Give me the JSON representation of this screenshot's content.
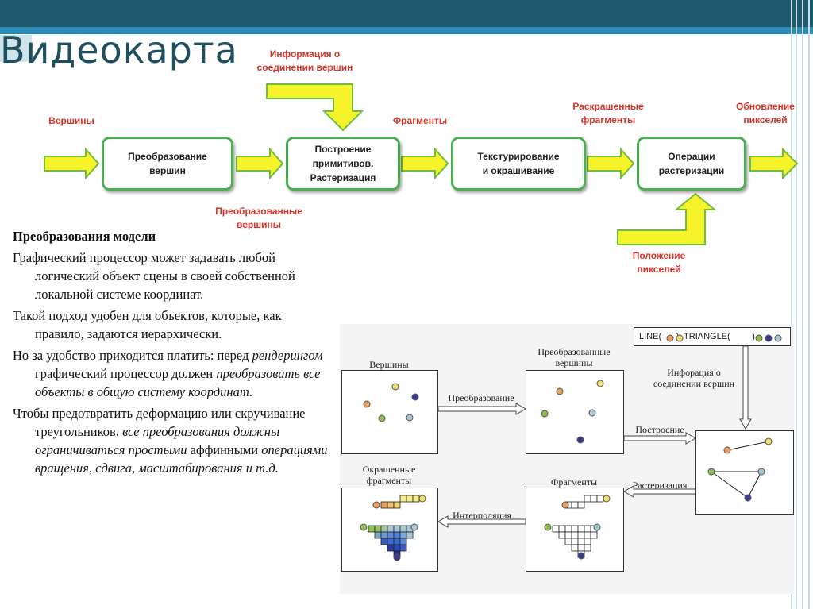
{
  "slide": {
    "title": "Видеокарта"
  },
  "pipeline": {
    "labels": {
      "connectivity": "Информация о\nсоединении вершин",
      "vertices": "Вершины",
      "fragments": "Фрагменты",
      "colored_fragments": "Раскрашенные\nфрагменты",
      "pixel_update": "Обновление\nпикселей",
      "transformed_vertices": "Преобразованные\nвершины",
      "pixel_position": "Положение\nпикселей"
    },
    "boxes": {
      "vertex_transform": "Преобразование\nвершин",
      "primitive_assembly": "Построение\nпримитивов.\nРастеризация",
      "texturing": "Текстурирование\nи окрашивание",
      "raster_ops": "Операции\nрастеризации"
    },
    "colors": {
      "arrow_fill": "#f6f32a",
      "arrow_stroke": "#6fbf3f",
      "box_border": "#4caf50",
      "label": "#d9342b"
    }
  },
  "text": {
    "heading": "Преобразования модели",
    "p1": "Графический процессор может задавать любой логический объект сцены в своей собственной локальной системе координат.",
    "p2": "Такой подход удобен для объектов, которые, как правило, задаются иерархически.",
    "p3_a": "Но за удобство приходится платить: перед ",
    "p3_b": "рендерингом",
    "p3_c": " графический процессор должен ",
    "p3_d": "преобразовать все объекты в общую систему координат",
    "p3_e": ".",
    "p4_a": "Чтобы предотвратить деформацию или скручивание треугольников, ",
    "p4_b": "все преобразования должны ограничиваться простыми",
    "p4_c": " аффинными ",
    "p4_d": "операциями вращения, сдвига, масштабирования и т.д."
  },
  "diagram": {
    "legend": "LINE(      ); TRIANGLE(         )",
    "box_vertices": "Вершины",
    "box_transformed": "Преобразованные\nвершины",
    "connectivity": "Инфорация о\nсоединении вершин",
    "arrow_transform": "Преобразование",
    "arrow_assembly": "Построение",
    "arrow_rasterize": "Растеризация",
    "arrow_interpolate": "Интерполяция",
    "box_colored": "Окрашенные\nфрагменты",
    "box_fragments": "Фрагменты",
    "dot_colors": [
      "#e8a05a",
      "#f2e06a",
      "#8fbf4f",
      "#3a3a8f",
      "#a8c8d8"
    ]
  }
}
